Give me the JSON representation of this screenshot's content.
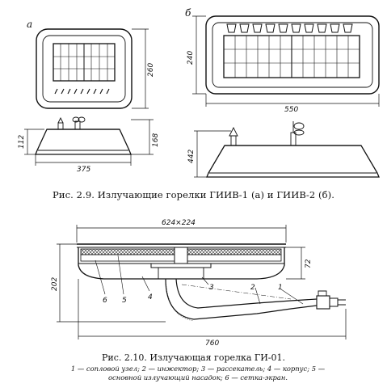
{
  "figure_a_letter": "а",
  "figure_b_letter": "б",
  "dims_a": {
    "height_body": "260",
    "side_small": "112",
    "side_total": "168",
    "width": "375"
  },
  "dims_b": {
    "height_body": "240",
    "width": "550",
    "side_height": "442"
  },
  "caption_1": "Рис. 2.9. Излучающие горелки ГИИВ-1 (а) и ГИИВ-2 (б).",
  "dims_2": {
    "top": "624×224",
    "total_height": "202",
    "part_height": "72",
    "length": "760"
  },
  "part_labels": [
    "1",
    "2",
    "3",
    "4",
    "5",
    "6"
  ],
  "caption_2": "Рис. 2.10. Излучающая горелка ГИ-01.",
  "legend_line1": "1 — сопловой узел; 2 — инжектор; 3 — рассекатель; 4 — корпус; 5 —",
  "legend_line2": "основной излучающий насадок; 6 — сетка-экран."
}
